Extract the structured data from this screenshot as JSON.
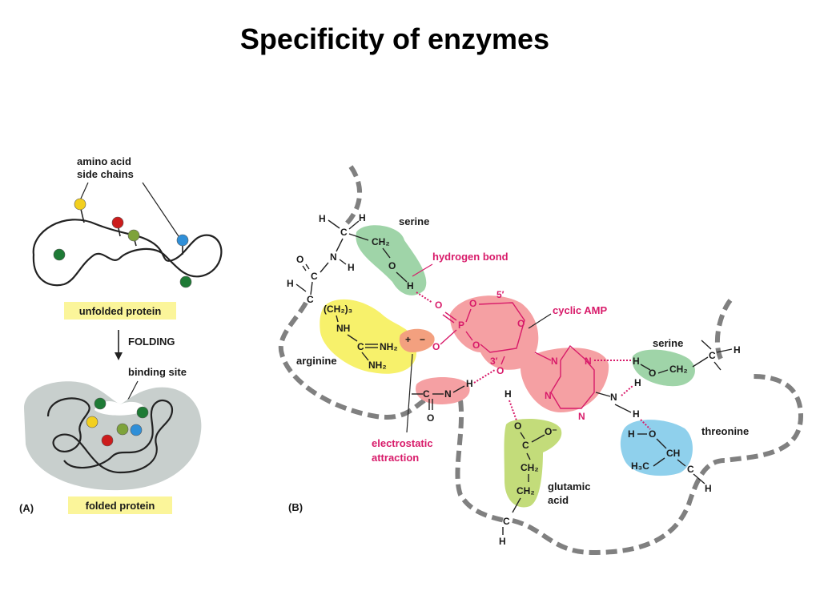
{
  "title": "Specificity of enzymes",
  "panel_a": {
    "label": "(A)",
    "side_chains_label_1": "amino acid",
    "side_chains_label_2": "side chains",
    "unfolded_label": "unfolded protein",
    "folding_label": "FOLDING",
    "binding_site_label": "binding site",
    "folded_label": "folded protein"
  },
  "panel_b": {
    "label": "(B)",
    "serine_top": "serine",
    "hydrogen_bond": "hydrogen bond",
    "cyclic_amp": "cyclic AMP",
    "arginine": "arginine",
    "serine_right": "serine",
    "threonine": "threonine",
    "glutamic_1": "glutamic",
    "glutamic_2": "acid",
    "electrostatic_1": "electrostatic",
    "electrostatic_2": "attraction"
  },
  "colors": {
    "highlight_yellow": "#fbf59a",
    "serine_green": "#9fd4a8",
    "arginine_yellow": "#f7f16b",
    "camp_pink": "#f5a0a3",
    "glutamic_green": "#c3dc7a",
    "threonine_blue": "#8fd0ec",
    "accent_magenta": "#d81b6a",
    "protein_gray": "#c8cfcd"
  }
}
